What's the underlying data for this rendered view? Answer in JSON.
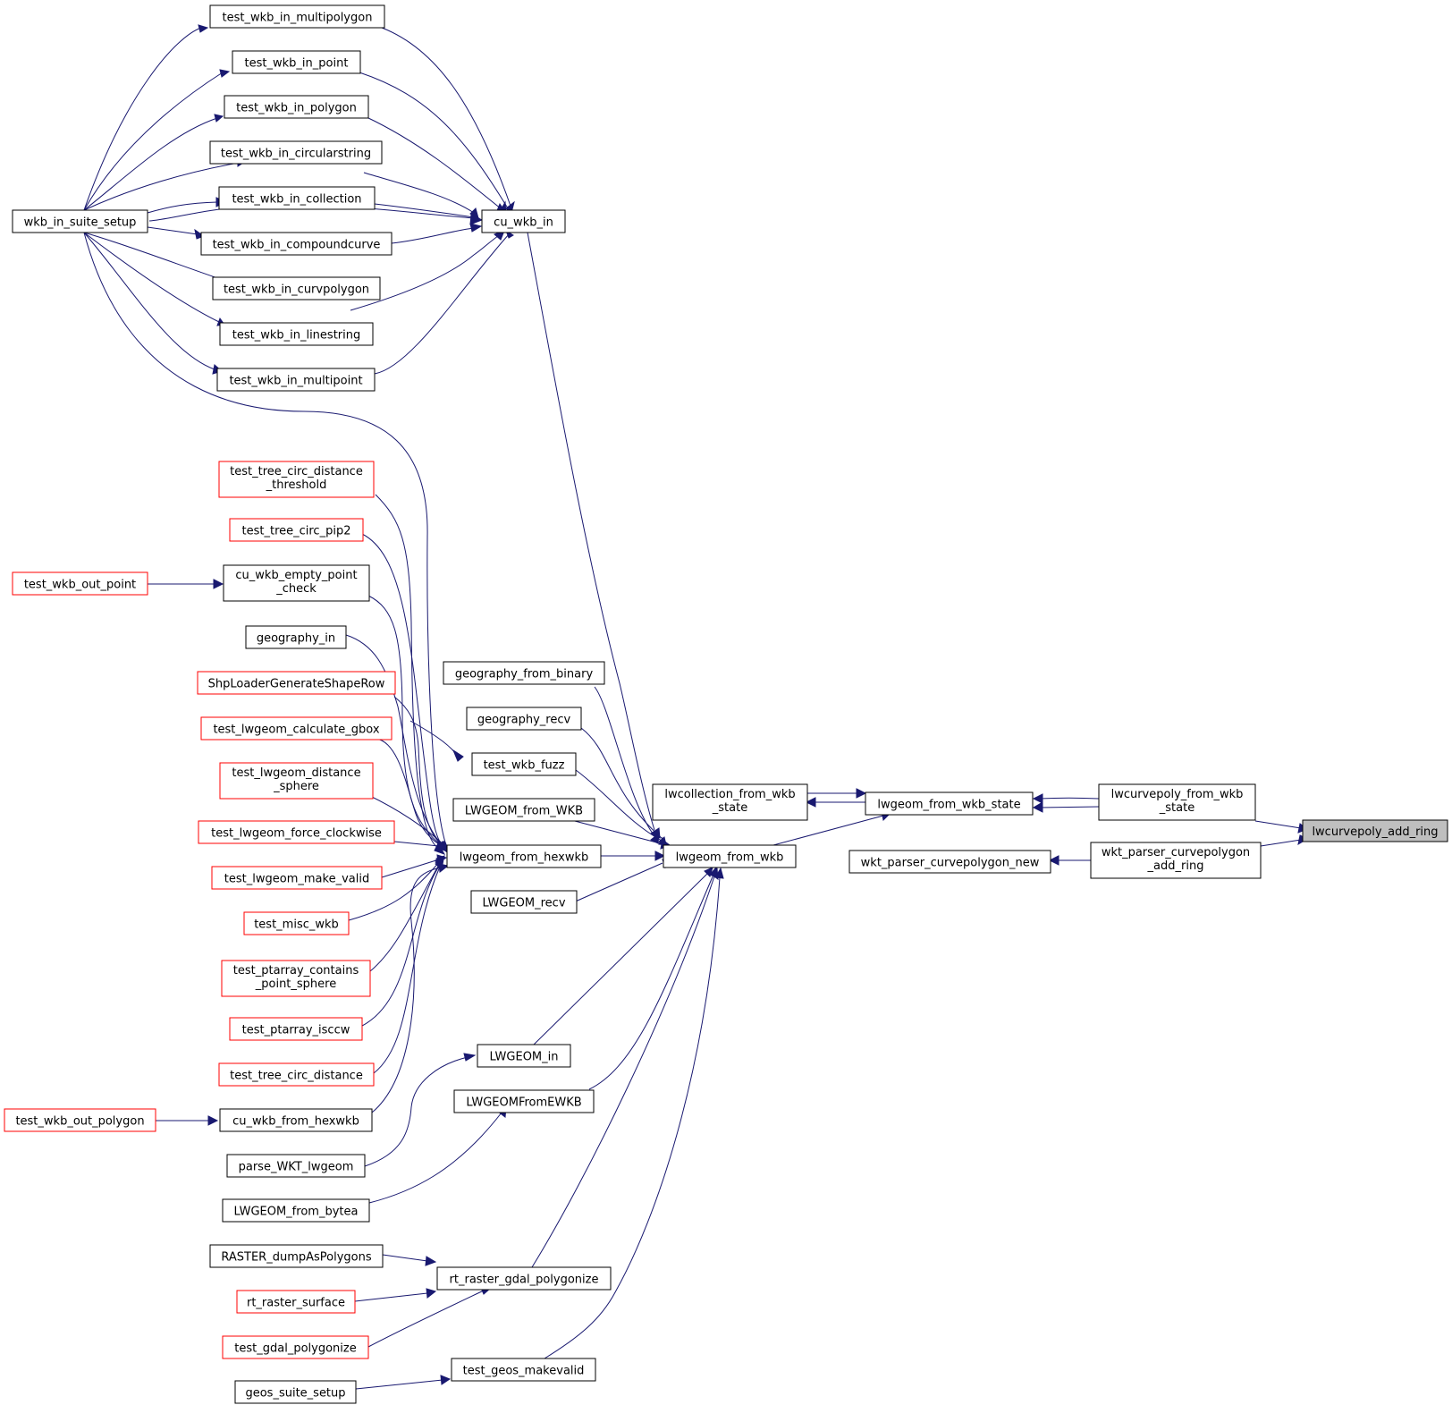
{
  "colors": {
    "edge": "#191970",
    "border": "#000000",
    "external_border": "#ff0000",
    "root_fill": "#bfbfbf"
  },
  "nodes": {
    "lwcurvepoly_add_ring": "lwcurvepoly_add_ring",
    "lwcurvepoly_from_wkb_state": [
      "lwcurvepoly_from_wkb",
      "_state"
    ],
    "wkt_parser_curvepolygon_add_ring": [
      "wkt_parser_curvepolygon",
      "_add_ring"
    ],
    "lwgeom_from_wkb_state": "lwgeom_from_wkb_state",
    "wkt_parser_curvepolygon_new": "wkt_parser_curvepolygon_new",
    "lwcollection_from_wkb_state": [
      "lwcollection_from_wkb",
      "_state"
    ],
    "lwgeom_from_wkb": "lwgeom_from_wkb",
    "cu_wkb_in": "cu_wkb_in",
    "geography_from_binary": "geography_from_binary",
    "geography_recv": "geography_recv",
    "test_wkb_fuzz": "test_wkb_fuzz",
    "LWGEOM_from_WKB": "LWGEOM_from_WKB",
    "lwgeom_from_hexwkb": "lwgeom_from_hexwkb",
    "LWGEOM_recv": "LWGEOM_recv",
    "LWGEOM_in": "LWGEOM_in",
    "LWGEOMFromEWKB": "LWGEOMFromEWKB",
    "rt_raster_gdal_polygonize": "rt_raster_gdal_polygonize",
    "test_geos_makevalid": "test_geos_makevalid",
    "test_wkb_in_multipolygon": "test_wkb_in_multipolygon",
    "test_wkb_in_point": "test_wkb_in_point",
    "test_wkb_in_polygon": "test_wkb_in_polygon",
    "test_wkb_in_circularstring": "test_wkb_in_circularstring",
    "test_wkb_in_collection": "test_wkb_in_collection",
    "test_wkb_in_compoundcurve": "test_wkb_in_compoundcurve",
    "test_wkb_in_curvpolygon": "test_wkb_in_curvpolygon",
    "test_wkb_in_linestring": "test_wkb_in_linestring",
    "test_wkb_in_multipoint": "test_wkb_in_multipoint",
    "wkb_in_suite_setup": "wkb_in_suite_setup",
    "test_tree_circ_distance_threshold": [
      "test_tree_circ_distance",
      "_threshold"
    ],
    "test_tree_circ_pip2": "test_tree_circ_pip2",
    "cu_wkb_empty_point_check": [
      "cu_wkb_empty_point",
      "_check"
    ],
    "test_wkb_out_point": "test_wkb_out_point",
    "geography_in": "geography_in",
    "ShpLoaderGenerateShapeRow": "ShpLoaderGenerateShapeRow",
    "test_lwgeom_calculate_gbox": "test_lwgeom_calculate_gbox",
    "test_lwgeom_distance_sphere": [
      "test_lwgeom_distance",
      "_sphere"
    ],
    "test_lwgeom_force_clockwise": "test_lwgeom_force_clockwise",
    "test_lwgeom_make_valid": "test_lwgeom_make_valid",
    "test_misc_wkb": "test_misc_wkb",
    "test_ptarray_contains_point_sphere": [
      "test_ptarray_contains",
      "_point_sphere"
    ],
    "test_ptarray_isccw": "test_ptarray_isccw",
    "test_tree_circ_distance": "test_tree_circ_distance",
    "cu_wkb_from_hexwkb": "cu_wkb_from_hexwkb",
    "test_wkb_out_polygon": "test_wkb_out_polygon",
    "parse_WKT_lwgeom": "parse_WKT_lwgeom",
    "LWGEOM_from_bytea": "LWGEOM_from_bytea",
    "RASTER_dumpAsPolygons": "RASTER_dumpAsPolygons",
    "rt_raster_surface": "rt_raster_surface",
    "test_gdal_polygonize": "test_gdal_polygonize",
    "geos_suite_setup": "geos_suite_setup"
  }
}
